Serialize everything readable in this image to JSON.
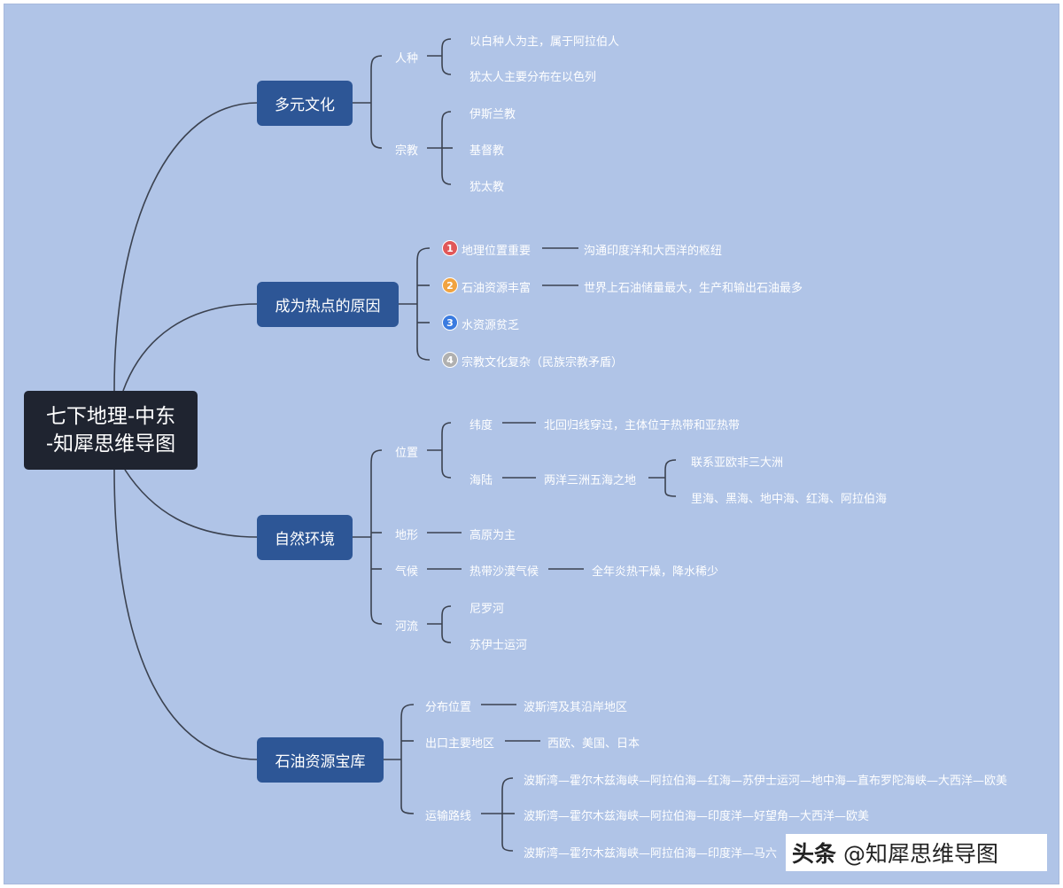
{
  "root": {
    "line1": "七下地理-中东",
    "line2": "-知犀思维导图"
  },
  "branches": {
    "culture": {
      "label": "多元文化",
      "race": {
        "label": "人种",
        "items": [
          "以白种人为主，属于阿拉伯人",
          "犹太人主要分布在以色列"
        ]
      },
      "religion": {
        "label": "宗教",
        "items": [
          "伊斯兰教",
          "基督教",
          "犹太教"
        ]
      }
    },
    "hotspot": {
      "label": "成为热点的原因",
      "reasons": [
        {
          "num": "1",
          "color": "#e15759",
          "label": "地理位置重要",
          "detail": "沟通印度洋和大西洋的枢纽"
        },
        {
          "num": "2",
          "color": "#f1a340",
          "label": "石油资源丰富",
          "detail": "世界上石油储量最大，生产和输出石油最多"
        },
        {
          "num": "3",
          "color": "#3a7be0",
          "label": "水资源贫乏",
          "detail": ""
        },
        {
          "num": "4",
          "color": "#b0b0b0",
          "label": "宗教文化复杂（民族宗教矛盾）",
          "detail": ""
        }
      ]
    },
    "nature": {
      "label": "自然环境",
      "location": {
        "label": "位置",
        "latitude": {
          "label": "纬度",
          "detail": "北回归线穿过，主体位于热带和亚热带"
        },
        "sealand": {
          "label": "海陆",
          "detail": "两洋三洲五海之地",
          "items": [
            "联系亚欧非三大洲",
            "里海、黑海、地中海、红海、阿拉伯海"
          ]
        }
      },
      "terrain": {
        "label": "地形",
        "detail": "高原为主"
      },
      "climate": {
        "label": "气候",
        "detail": "热带沙漠气候",
        "sub": "全年炎热干燥，降水稀少"
      },
      "rivers": {
        "label": "河流",
        "items": [
          "尼罗河",
          "苏伊士运河"
        ]
      }
    },
    "oil": {
      "label": "石油资源宝库",
      "distribution": {
        "label": "分布位置",
        "detail": "波斯湾及其沿岸地区"
      },
      "export": {
        "label": "出口主要地区",
        "detail": "西欧、美国、日本"
      },
      "routes": {
        "label": "运输路线",
        "items": [
          "波斯湾—霍尔木兹海峡—阿拉伯海—红海—苏伊士运河—地中海—直布罗陀海峡—大西洋—欧美",
          "波斯湾—霍尔木兹海峡—阿拉伯海—印度洋—好望角—大西洋—欧美",
          "波斯湾—霍尔木兹海峡—阿拉伯海—印度洋—马六"
        ]
      }
    }
  },
  "watermark": {
    "head": "头条",
    "text": "@知犀思维导图"
  },
  "colors": {
    "background": "#b0c4e7",
    "root": "#1f2430",
    "main": "#2d5696",
    "line": "#3b4250"
  }
}
